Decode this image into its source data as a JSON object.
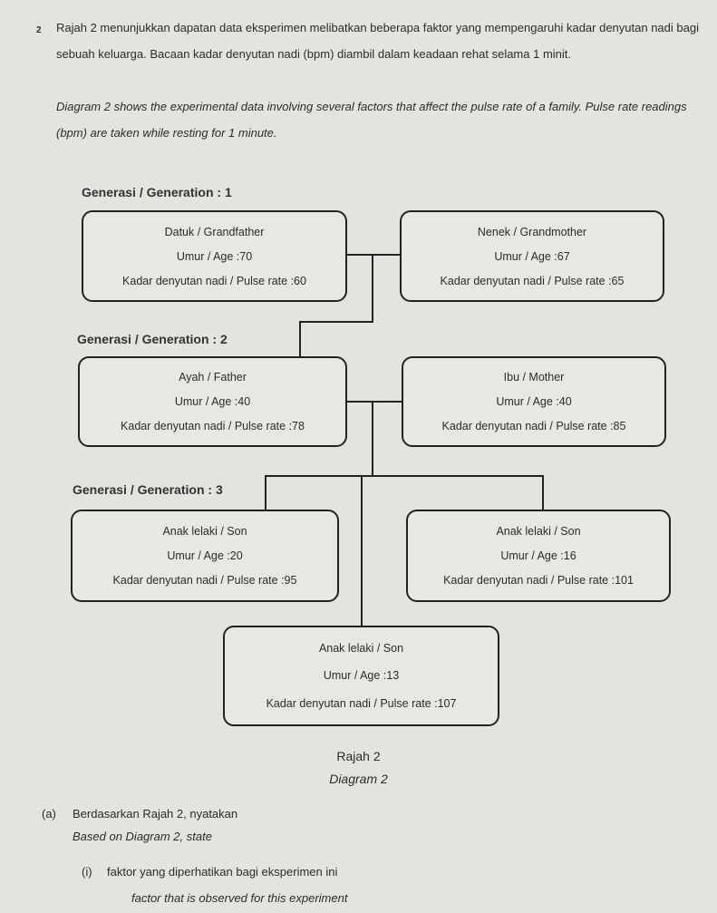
{
  "question": {
    "number": "2",
    "intro_malay": "Rajah 2 menunjukkan dapatan data eksperimen melibatkan beberapa faktor yang mempengaruhi kadar denyutan nadi bagi sebuah keluarga. Bacaan kadar denyutan nadi (bpm) diambil dalam keadaan rehat selama 1 minit.",
    "intro_english": "Diagram 2 shows the experimental data involving several factors that affect the pulse rate of a family. Pulse rate readings (bpm) are taken while resting for 1 minute."
  },
  "generations": [
    {
      "label": "Generasi / Generation : 1"
    },
    {
      "label": "Generasi / Generation : 2"
    },
    {
      "label": "Generasi / Generation : 3"
    }
  ],
  "members": {
    "grandfather": {
      "relation": "Datuk / Grandfather",
      "age": "Umur / Age :70",
      "pulse": "Kadar denyutan nadi / Pulse rate :60"
    },
    "grandmother": {
      "relation": "Nenek / Grandmother",
      "age": "Umur / Age :67",
      "pulse": "Kadar denyutan nadi / Pulse rate :65"
    },
    "father": {
      "relation": "Ayah / Father",
      "age": "Umur / Age :40",
      "pulse": "Kadar denyutan nadi / Pulse rate :78"
    },
    "mother": {
      "relation": "Ibu / Mother",
      "age": "Umur / Age :40",
      "pulse": "Kadar denyutan nadi / Pulse rate :85"
    },
    "son1": {
      "relation": "Anak lelaki / Son",
      "age": "Umur / Age :20",
      "pulse": "Kadar denyutan nadi / Pulse rate :95"
    },
    "son2": {
      "relation": "Anak lelaki / Son",
      "age": "Umur / Age :16",
      "pulse": "Kadar denyutan nadi / Pulse rate :101"
    },
    "son3": {
      "relation": "Anak lelaki / Son",
      "age": "Umur / Age :13",
      "pulse": "Kadar denyutan nadi / Pulse rate :107"
    }
  },
  "caption": {
    "malay": "Rajah 2",
    "english": "Diagram 2"
  },
  "part_a": {
    "label": "(a)",
    "malay": "Berdasarkan Rajah 2, nyatakan",
    "english": "Based on Diagram 2, state",
    "sub_i": {
      "label": "(i)",
      "malay": "faktor yang diperhatikan bagi eksperimen ini",
      "english": "factor that is observed for this experiment"
    }
  }
}
